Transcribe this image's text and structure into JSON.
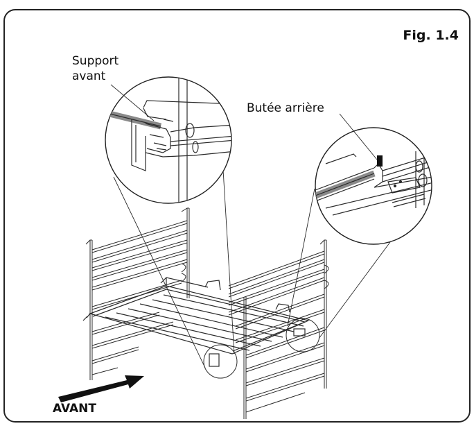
{
  "figure": {
    "title": "Fig. 1.4",
    "labels": {
      "support_line1": "Support",
      "support_line2": "avant",
      "butee": "Butée arrière",
      "avant": "AVANT"
    },
    "colors": {
      "line": "#2b2b2b",
      "highlight": "#8a8a8a",
      "frame": "#222222",
      "background": "#ffffff"
    }
  }
}
